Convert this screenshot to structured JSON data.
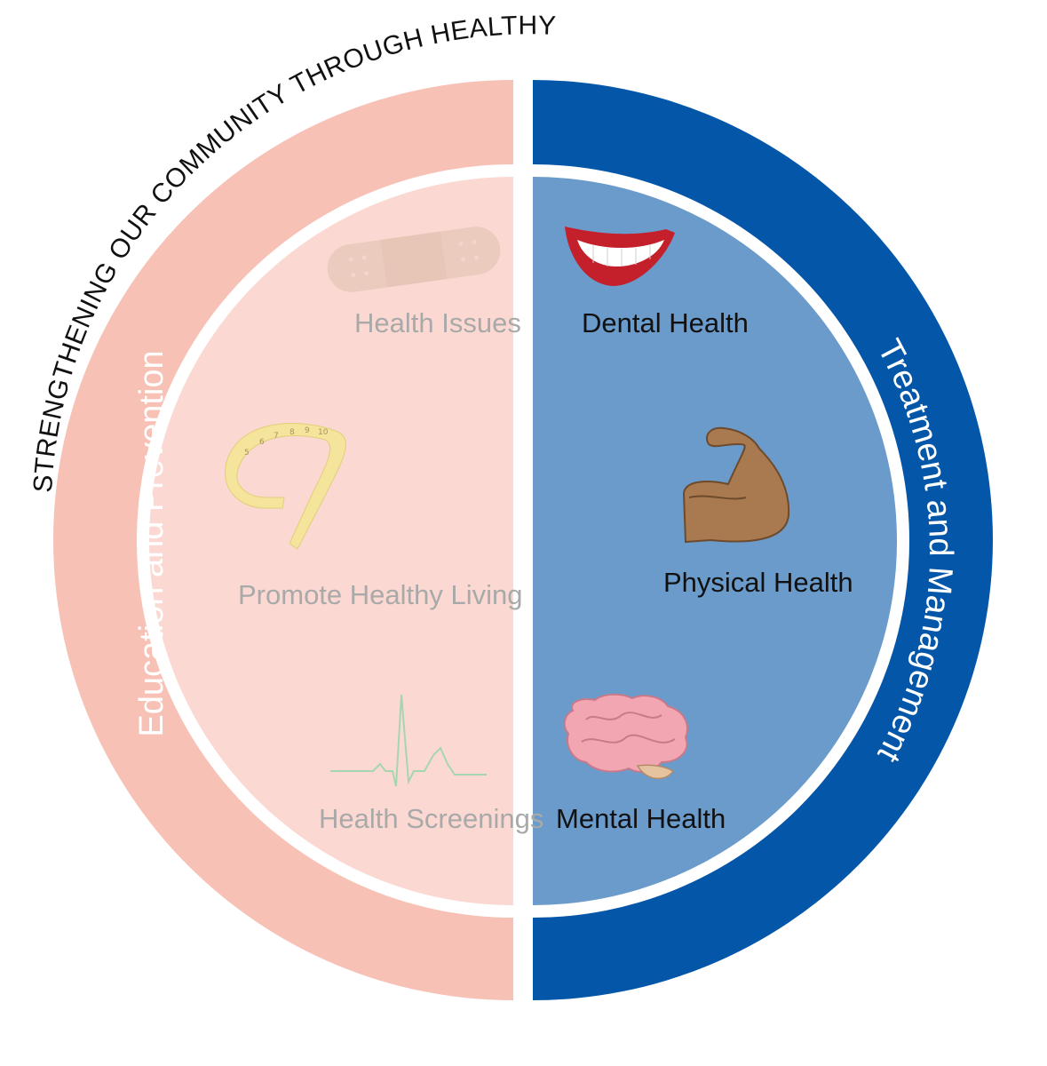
{
  "title": "STRENGTHENING OUR COMMUNITY THROUGH HEALTHY LIVING",
  "left": {
    "ring_label": "Education and Prevention",
    "items": [
      {
        "label": "Health Issues",
        "icon": "bandage-icon"
      },
      {
        "label": "Promote Healthy Living",
        "icon": "measuring-tape-icon"
      },
      {
        "label": "Health Screenings",
        "icon": "heartbeat-icon"
      }
    ]
  },
  "right": {
    "ring_label": "Treatment and Management",
    "items": [
      {
        "label": "Dental Health",
        "icon": "smile-icon"
      },
      {
        "label": "Physical Health",
        "icon": "flexed-arm-icon"
      },
      {
        "label": "Mental Health",
        "icon": "brain-icon"
      }
    ]
  },
  "colors": {
    "left_outer": "#f7c1b6",
    "left_inner": "#fbd9d2",
    "right_outer": "#0456a8",
    "right_inner": "#6a9bcb",
    "muted_text": "#a9a9a9",
    "dark_text": "#111111"
  }
}
